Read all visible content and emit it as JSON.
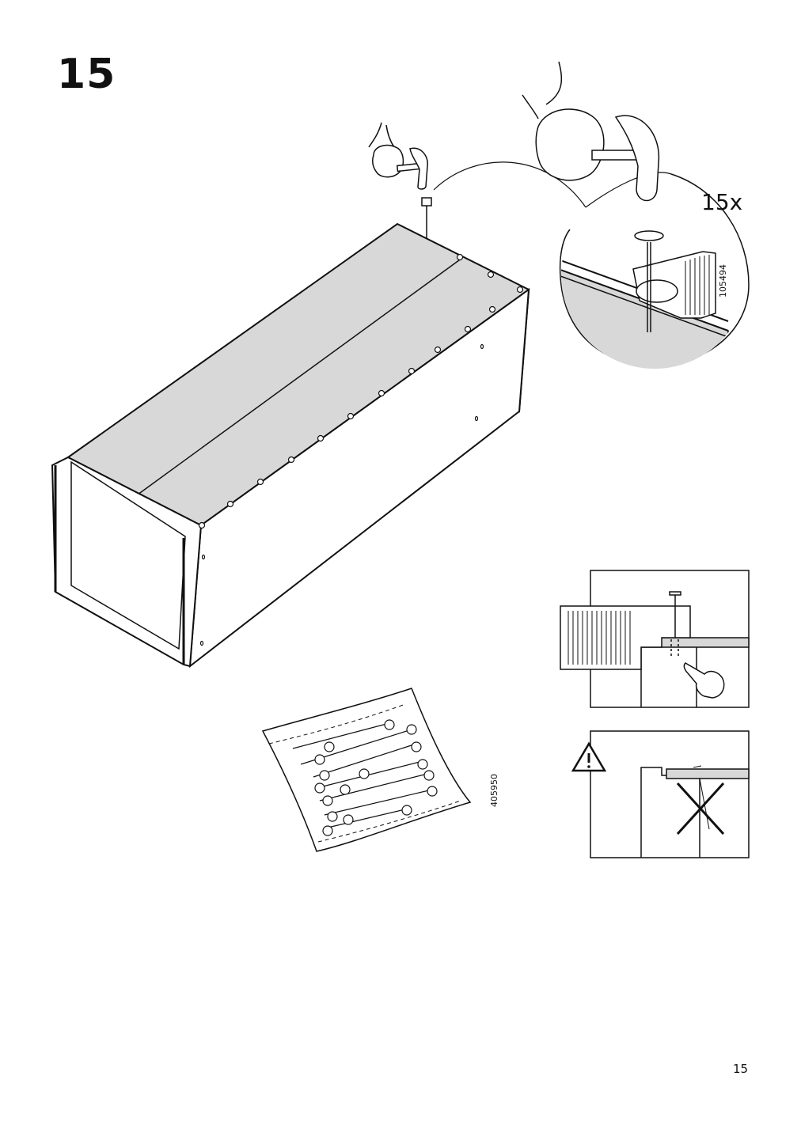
{
  "step": {
    "number": "15"
  },
  "page": {
    "number": "15"
  },
  "callout": {
    "quantity": "15x",
    "part_code": "105494"
  },
  "bag": {
    "part_code": "405950"
  },
  "icons": {
    "hammer": "hammer-icon",
    "warning": "warning-triangle-icon",
    "cross": "cross-icon",
    "pointing_hand": "pointing-hand-icon"
  },
  "colors": {
    "panel_fill": "#d8d8d8",
    "line": "#111111",
    "background": "#ffffff"
  }
}
